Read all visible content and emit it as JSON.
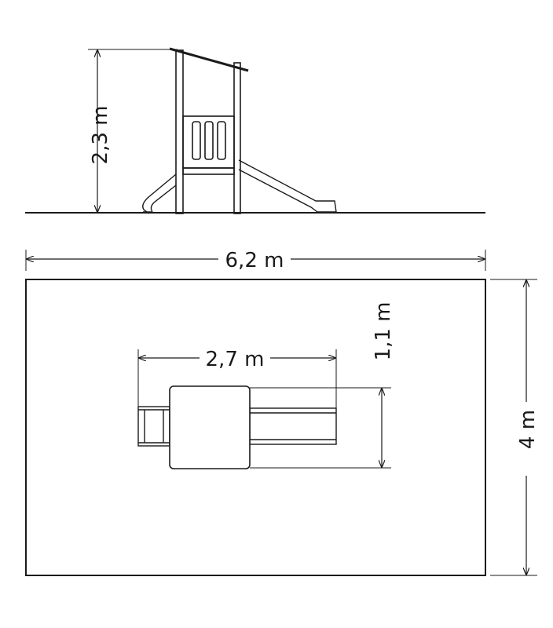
{
  "diagram": {
    "dimensions": {
      "height": "2,3 m",
      "area_width": "6,2 m",
      "area_depth": "4 m",
      "equipment_length": "2,7 m",
      "equipment_width": "1,1 m"
    },
    "colors": {
      "line": "#1a1a1a",
      "background": "#ffffff"
    }
  }
}
